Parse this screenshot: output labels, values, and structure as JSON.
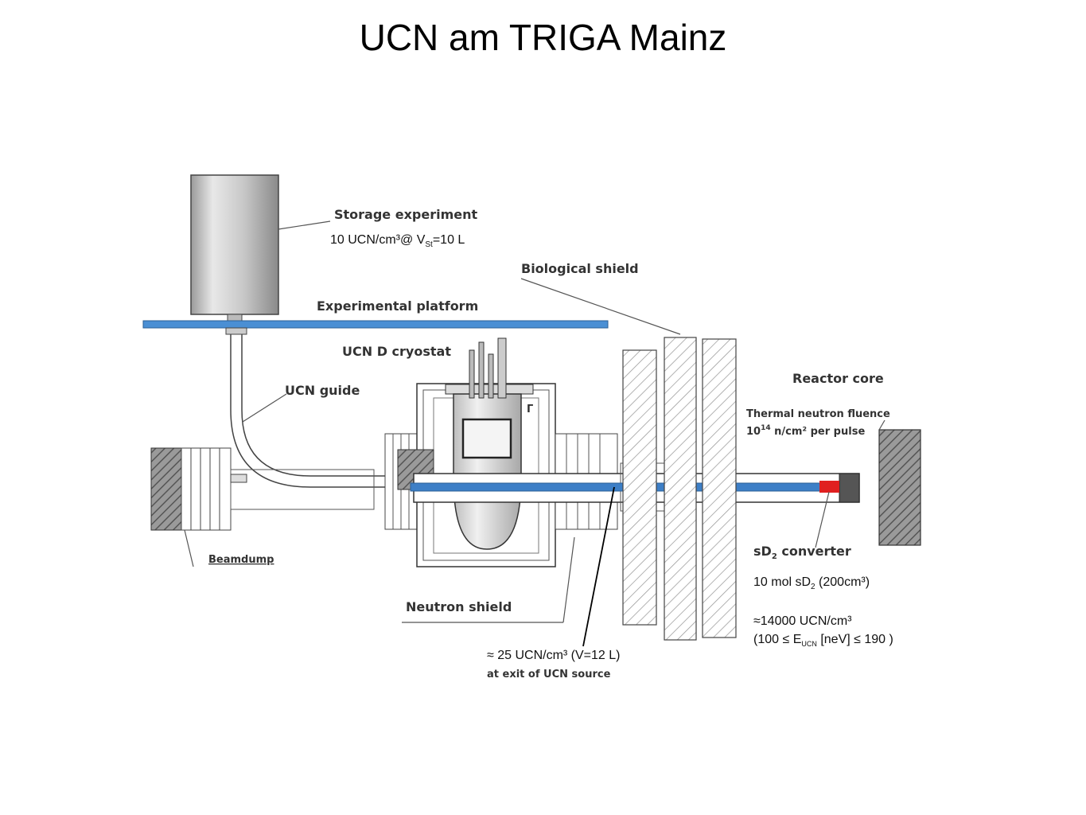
{
  "title": "UCN am TRIGA Mainz",
  "colors": {
    "platform": "#4a8fd4",
    "guide_beam": "#3d7fc7",
    "converter": "#e02020",
    "structure": "#444444",
    "hatch": "#777777"
  },
  "labels": {
    "storage_experiment": "Storage experiment",
    "storage_density": "10 UCN/cm³@  V",
    "storage_volume_sub": "St",
    "storage_volume": "=10 L",
    "biological_shield": "Biological shield",
    "experimental_platform": "Experimental platform",
    "cryostat": "UCN D cryostat",
    "ucn_guide": "UCN guide",
    "reactor_core": "Reactor core",
    "fluence_line1": "Thermal  neutron fluence",
    "fluence_line2": "10",
    "fluence_exp": "14",
    "fluence_line2_rest": " n/cm² per pulse",
    "beamdump": "Beamdump",
    "converter": "sD",
    "converter_sub": "2",
    "converter_rest": " converter",
    "converter_mol": "10 mol sD",
    "converter_mol_sub": "2",
    "converter_mol_rest": " (200cm³)",
    "neutron_shield": "Neutron shield",
    "ucn_density": "≈14000  UCN/cm³",
    "energy_range_a": "(100 ≤ E",
    "energy_range_sub": "UCN",
    "energy_range_b": " [neV] ≤ 190 )",
    "exit_density": "≈  25 UCN/cm³ (V=12 L)",
    "exit_note": "at exit of UCN source"
  }
}
